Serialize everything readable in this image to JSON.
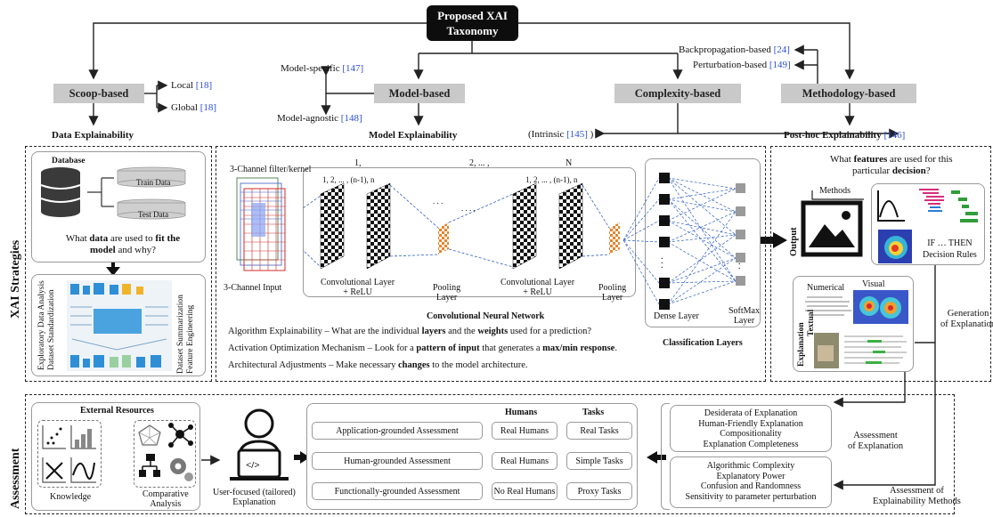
{
  "taxonomy": {
    "root": "Proposed XAI Taxonomy",
    "categories": {
      "scoop": "Scoop-based",
      "model": "Model-based",
      "complexity": "Complexity-based",
      "methodology": "Methodology-based"
    },
    "scoop_children": {
      "local": "Local",
      "local_cite": "[18]",
      "global": "Global",
      "global_cite": "[18]"
    },
    "model_children": {
      "specific": "Model-specific",
      "specific_cite": "[147]",
      "agnostic": "Model-agnostic",
      "agnostic_cite": "[148]"
    },
    "methodology_children": {
      "backprop": "Backpropagation-based",
      "backprop_cite": "[24]",
      "perturb": "Perturbation-based",
      "perturb_cite": "[149]"
    },
    "complexity_children": {
      "intrinsic_open": "(Intrinsic",
      "intrinsic_cite": "[145]",
      "intrinsic_close": ")"
    },
    "section_labels": {
      "data": "Data Explainability",
      "model": "Model Explainability",
      "posthoc": "Post-hoc Explainability",
      "posthoc_cite": "[146]"
    }
  },
  "side_labels": {
    "strategies": "XAI Strategies",
    "assessment": "Assessment"
  },
  "data_panel": {
    "database": "Database",
    "train": "Train Data",
    "test": "Test Data",
    "question_pre": "What ",
    "question_b1": "data",
    "question_mid": " are used to ",
    "question_b2": "fit the model",
    "question_post": " and why?",
    "left_caption_1": "Exploratory Data Analysis",
    "left_caption_2": "Dataset Standardization",
    "right_caption_1": "Dataset Summarization",
    "right_caption_2": "Feature Engineering"
  },
  "cnn_panel": {
    "filter_label_1": "3-Channel filter/kernel",
    "input_label": "3-Channel Input",
    "seq_1": "1,",
    "seq_2": "2, ... ,",
    "seq_n": "N",
    "maps_1": "1, 2, ... , (n-1), n",
    "maps_2": "1, 2, ... , (n-1), n",
    "dots": ". . . ,",
    "conv1_line1": "Convolutional Layer",
    "conv1_line2": "+ ReLU",
    "pool1_line1": "Pooling",
    "pool1_line2": "Layer",
    "conv2_line1": "Convolutional Layer",
    "conv2_line2": "+ ReLU",
    "pool2_line1": "Pooling",
    "pool2_line2": "Layer",
    "dense": "Dense Layer",
    "softmax_1": "SoftMax",
    "softmax_2": "Layer",
    "cnn_title": "Convolutional Neural Network",
    "classification": "Classification Layers",
    "alg_pre": "Algorithm Explainability",
    "alg_mid1": " – What are the individual ",
    "alg_b1": "layers",
    "alg_mid2": " and the ",
    "alg_b2": "weights",
    "alg_post": " used for a prediction?",
    "act_pre": "Activation Optimization Mechanism",
    "act_mid1": " – Look for a ",
    "act_b1": "pattern of input",
    "act_mid2": " that generates a ",
    "act_b2": "max/min response",
    "act_post": ".",
    "arch_pre": "Architectural Adjustments",
    "arch_mid": " – Make necessary ",
    "arch_b": "changes",
    "arch_post": " to the model architecture."
  },
  "output_panel": {
    "q_pre": "What ",
    "q_b1": "features",
    "q_mid": " are used for this",
    "q_line2_pre": "particular ",
    "q_b2": "decision",
    "q_post": "?",
    "methods": "Methods",
    "output": "Output",
    "if_then": "IF … THEN",
    "decision_rules": "Decision Rules",
    "numerical": "Numerical",
    "visual": "Visual",
    "textual": "Textual",
    "explanation": "Explanation",
    "generation_1": "Generation",
    "generation_2": "of Explanation"
  },
  "assessment_panel": {
    "external": "External Resources",
    "knowledge": "Knowledge",
    "comparative_1": "Comparative",
    "comparative_2": "Analysis",
    "user_1": "User-focused (tailored)",
    "user_2": "Explanation",
    "humans_header": "Humans",
    "tasks_header": "Tasks",
    "rows": [
      {
        "assessment": "Application-grounded Assessment",
        "humans": "Real Humans",
        "tasks": "Real Tasks"
      },
      {
        "assessment": "Human-grounded Assessment",
        "humans": "Real Humans",
        "tasks": "Simple Tasks"
      },
      {
        "assessment": "Functionally-grounded Assessment",
        "humans": "No Real Humans",
        "tasks": "Proxy Tasks"
      }
    ],
    "desiderata": [
      "Desiderata of Explanation",
      "Human-Friendly Explanation",
      "Compositionality",
      "Explanation Completeness"
    ],
    "methods_list": [
      "Algorithmic Complexity",
      "Explanatory Power",
      "Confusion and Randomness",
      "Sensitivity to parameter perturbation"
    ],
    "assess_expl_1": "Assessment",
    "assess_expl_2": "of Explanation",
    "assess_methods_1": "Assessment of",
    "assess_methods_2": "Explainability Methods"
  },
  "colors": {
    "accent_link": "#2b4fd8",
    "arrow_blue": "#2f5fc4",
    "pool_orange": "#e8842a",
    "gray_box": "#c9c9c9"
  }
}
